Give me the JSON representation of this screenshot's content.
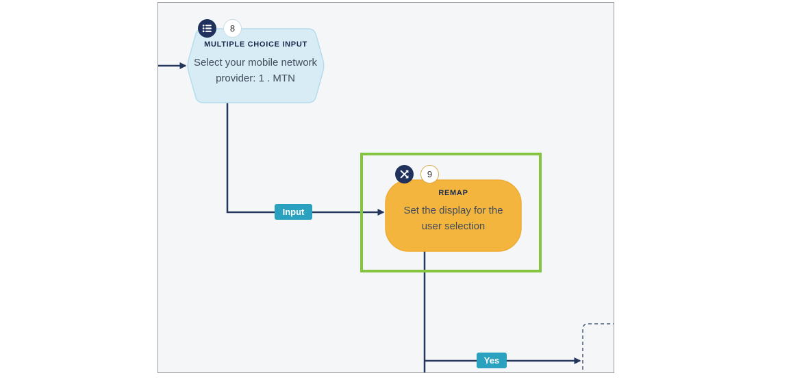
{
  "colors": {
    "navy": "#24365c",
    "canvas-bg": "#f4f6f8",
    "canvas-border": "#97999c",
    "teal": "#2ba1c0",
    "green": "#85c43e",
    "orange": "#f4b53f",
    "orange-border": "#eeab34",
    "lightblue": "#d8ecf6",
    "lightblue-border": "#b5dcec",
    "icon-bg": "#20325c",
    "badge-bg": "#ffffff",
    "badge-border-blue": "#c9dbe6",
    "badge-border-orange": "#d9a84e",
    "badge-text": "#2f2f2f",
    "title-text": "#172a4d",
    "body-text": "#414c5a",
    "dash": "#49597c",
    "label-text": "#ffffff"
  },
  "nodes": {
    "multiple_choice": {
      "badge": "8",
      "type_label": "MULTIPLE CHOICE INPUT",
      "text": "Select your mobile network provider: 1 . MTN",
      "icon": "list-icon"
    },
    "remap": {
      "badge": "9",
      "type_label": "REMAP",
      "text": "Set the display for the user selection",
      "icon": "shuffle-icon",
      "selected": true
    }
  },
  "connectors": {
    "input": {
      "label": "Input"
    },
    "yes": {
      "label": "Yes"
    }
  }
}
